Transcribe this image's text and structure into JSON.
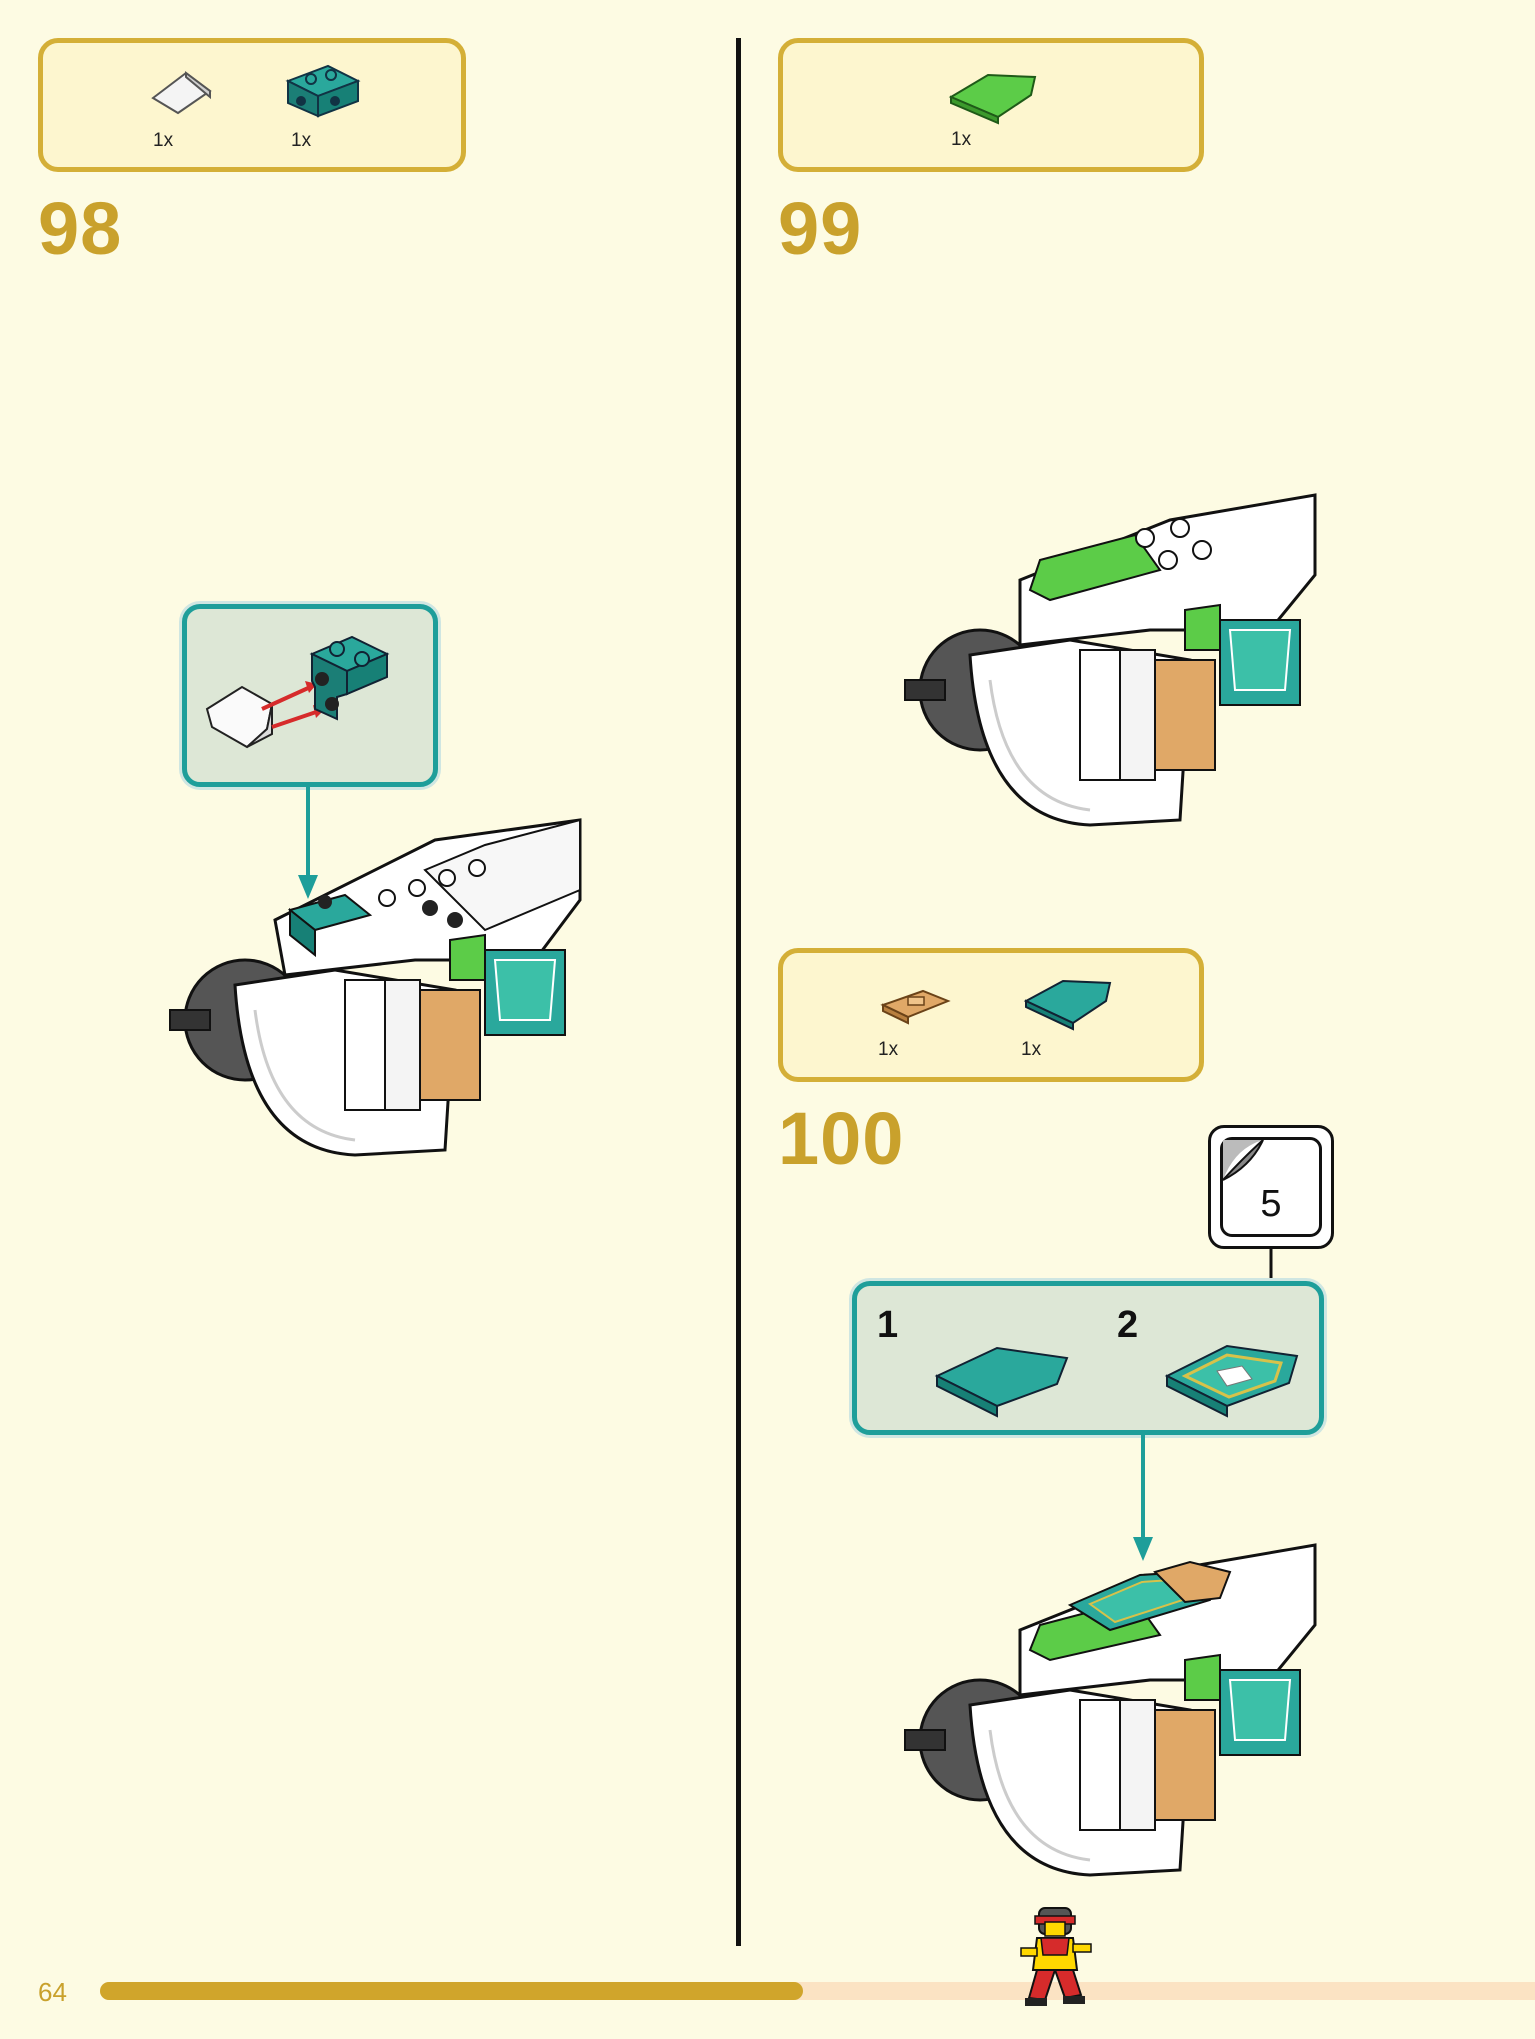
{
  "page_number": "64",
  "progress": 0.49,
  "steps": [
    {
      "number": "98",
      "parts": [
        {
          "name": "white-slope-brick",
          "qty": "1x"
        },
        {
          "name": "teal-bracket-plate",
          "qty": "1x"
        }
      ]
    },
    {
      "number": "99",
      "parts": [
        {
          "name": "green-wedge-tile",
          "qty": "1x"
        }
      ]
    },
    {
      "number": "100",
      "parts": [
        {
          "name": "tan-tile-with-clip",
          "qty": "1x"
        },
        {
          "name": "teal-wedge-tile",
          "qty": "1x"
        }
      ],
      "sub_steps": [
        "1",
        "2"
      ],
      "sticker_number": "5"
    }
  ],
  "colors": {
    "background": "#fdfbe3",
    "accent_gold": "#d4af37",
    "callout_teal": "#1e9e9a",
    "brick_teal": "#1f9a8f",
    "brick_green": "#5ccc48",
    "brick_tan": "#e0a867"
  }
}
